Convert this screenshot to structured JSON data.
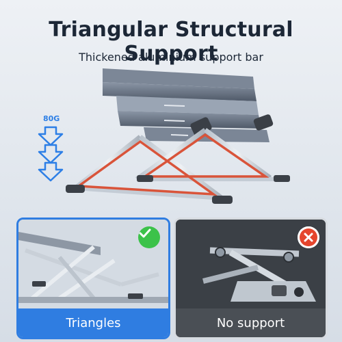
{
  "header": {
    "title": "Triangular Structural Support",
    "subtitle": "Thickened aluminium support bar"
  },
  "weight_label": "80G",
  "icons": {
    "arrow": "down-arrow-icon",
    "ok": "check-circle-icon",
    "no": "x-circle-icon"
  },
  "comparison": {
    "left": {
      "label": "Triangles",
      "status": "ok"
    },
    "right": {
      "label": "No support",
      "status": "no"
    }
  },
  "colors": {
    "accent_blue": "#2f7de1",
    "support_red": "#d9543a",
    "ok_green": "#3cc24a",
    "no_red": "#e5452d",
    "title": "#1c2736"
  }
}
